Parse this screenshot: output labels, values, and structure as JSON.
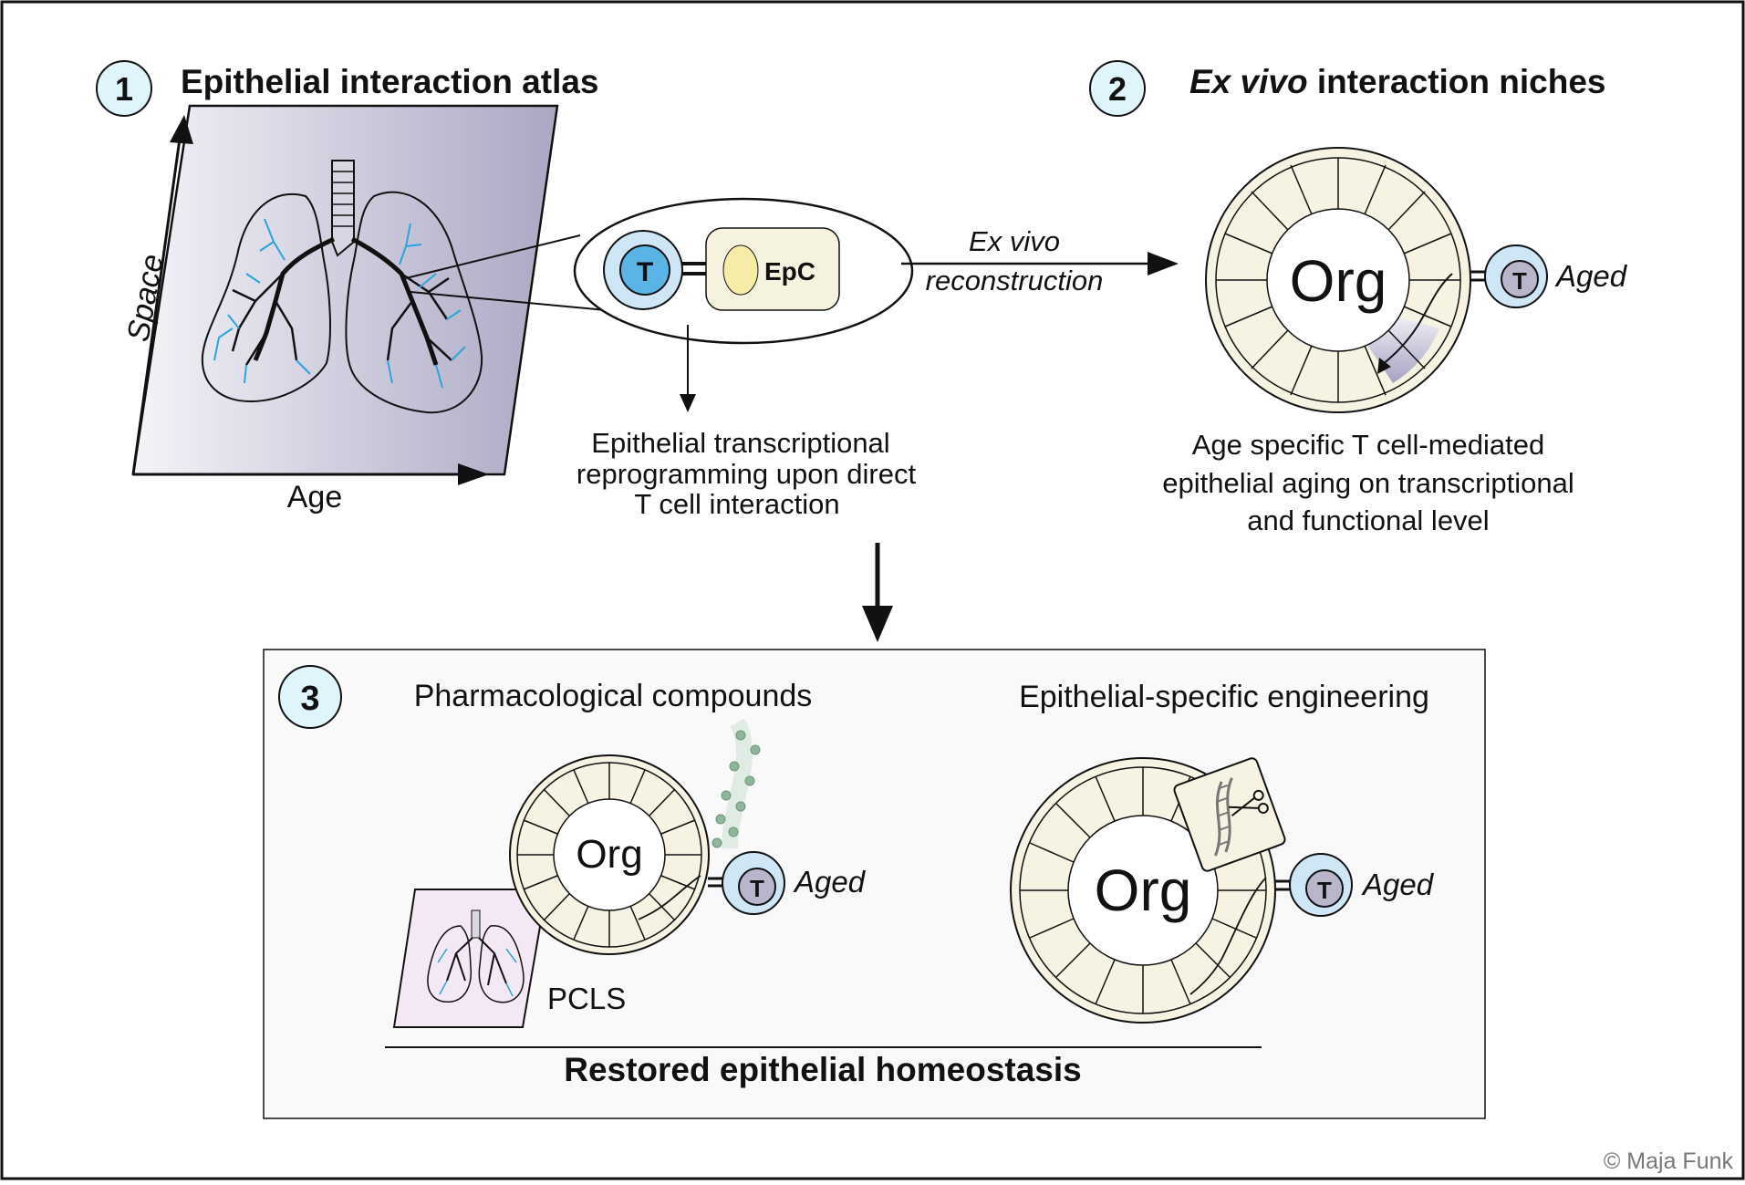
{
  "step1": {
    "number": "1",
    "title": "Epithelial interaction atlas",
    "axis_y": "Space",
    "axis_x": "Age"
  },
  "interaction": {
    "t_label": "T",
    "epc_label": "EpC"
  },
  "reprogramming": {
    "line1": "Epithelial transcriptional",
    "line2": "reprogramming upon direct",
    "line3": "T cell interaction"
  },
  "reconstruction": {
    "line1": "Ex vivo",
    "line2": "reconstruction"
  },
  "step2": {
    "number": "2",
    "title_italic": "Ex vivo",
    "title_rest": " interaction niches",
    "org_label": "Org",
    "t_label": "T",
    "aged_label": "Aged",
    "desc_line1": "Age specific T cell-mediated",
    "desc_line2": "epithelial aging on transcriptional",
    "desc_line3": "and functional level"
  },
  "step3": {
    "number": "3",
    "left_title": "Pharmacological compounds",
    "right_title": "Epithelial-specific engineering",
    "org_label": "Org",
    "t_label": "T",
    "aged_label": "Aged",
    "pcls_label": "PCLS",
    "footer": "Restored epithelial homeostasis"
  },
  "credit": "© Maja Funk",
  "colors": {
    "circle_fill": "#dff4fb",
    "t_cell_outer": "#cfe6f7",
    "t_cell_inner": "#5ab4e6",
    "aged_inner": "#b9b6cc",
    "epc_fill": "#f5f2e0",
    "nucleus_fill": "#f7eca6",
    "org_fill": "#f6f3e2",
    "vessel": "#2aa4dc",
    "aged_cell": "#a8a6c4",
    "box3_bg": "#f9f9f9",
    "pcls_bg": "#f5e8f5"
  }
}
